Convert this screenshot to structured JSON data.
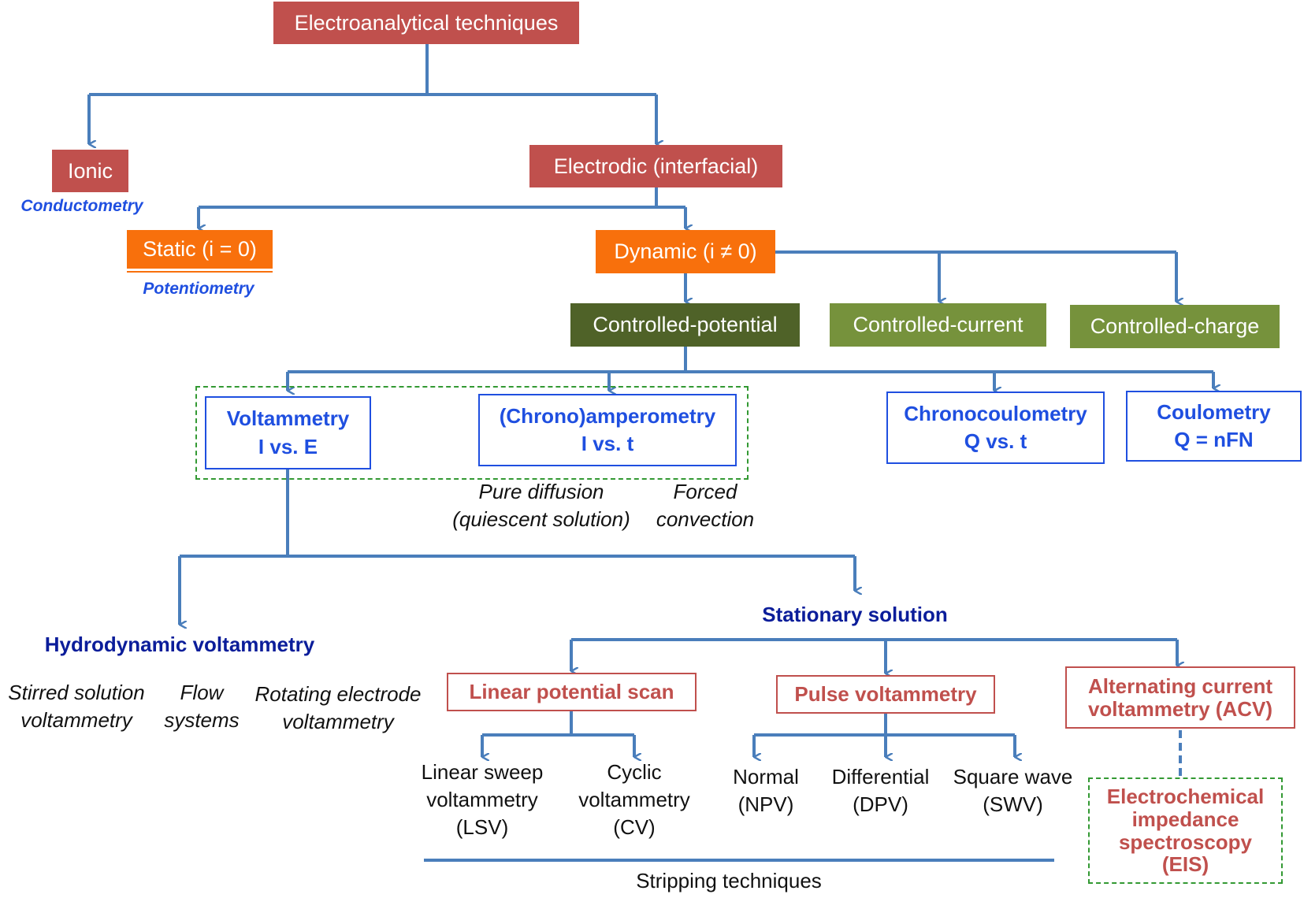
{
  "nodes": {
    "root": "Electroanalytical techniques",
    "ionic": "Ionic",
    "electrodic": "Electrodic (interfacial)",
    "static": "Static (i = 0)",
    "dynamic": "Dynamic (i  ≠ 0)",
    "controlled_potential": "Controlled-potential",
    "controlled_current": "Controlled-current",
    "controlled_charge": "Controlled-charge",
    "voltammetry": {
      "title": "Voltammetry",
      "sub": "I vs. E"
    },
    "chronoamperometry": {
      "title": "(Chrono)amperometry",
      "sub": "I vs. t"
    },
    "chronocoulometry": {
      "title": "Chronocoulometry",
      "sub": "Q vs. t"
    },
    "coulometry": {
      "title": "Coulometry",
      "sub": "Q = nFN"
    },
    "linear_potential_scan": "Linear potential scan",
    "pulse_voltammetry": "Pulse voltammetry",
    "acv": {
      "line1": "Alternating current",
      "line2": "voltammetry (ACV)"
    },
    "eis": {
      "line1": "Electrochemical",
      "line2": "impedance",
      "line3": "spectroscopy",
      "line4": "(EIS)"
    }
  },
  "labels": {
    "conductometry": "Conductometry",
    "potentiometry": "Potentiometry",
    "pure_diffusion": {
      "line1": "Pure diffusion",
      "line2": "(quiescent solution)"
    },
    "forced_convection": {
      "line1": "Forced",
      "line2": "convection"
    },
    "hydrodynamic_voltammetry": "Hydrodynamic voltammetry",
    "stationary_solution": "Stationary solution",
    "stirred_solution": {
      "line1": "Stirred solution",
      "line2": "voltammetry"
    },
    "flow_systems": {
      "line1": "Flow",
      "line2": "systems"
    },
    "rotating_electrode": {
      "line1": "Rotating electrode",
      "line2": "voltammetry"
    },
    "lsv": {
      "line1": "Linear sweep",
      "line2": "voltammetry",
      "line3": "(LSV)"
    },
    "cv": {
      "line1": "Cyclic",
      "line2": "voltammetry",
      "line3": "(CV)"
    },
    "npv": {
      "line1": "Normal",
      "line2": "(NPV)"
    },
    "dpv": {
      "line1": "Differential",
      "line2": "(DPV)"
    },
    "swv": {
      "line1": "Square wave",
      "line2": "(SWV)"
    },
    "stripping": "Stripping techniques"
  },
  "colors": {
    "connector": "#4a7ebb",
    "red_fill": "#c0504d",
    "orange_fill": "#f8700c",
    "dark_green_fill": "#4f6228",
    "green_fill": "#76923c",
    "blue_text": "#1f4fe0",
    "navy_text": "#0b1d9a",
    "dashed_green": "#339933"
  }
}
